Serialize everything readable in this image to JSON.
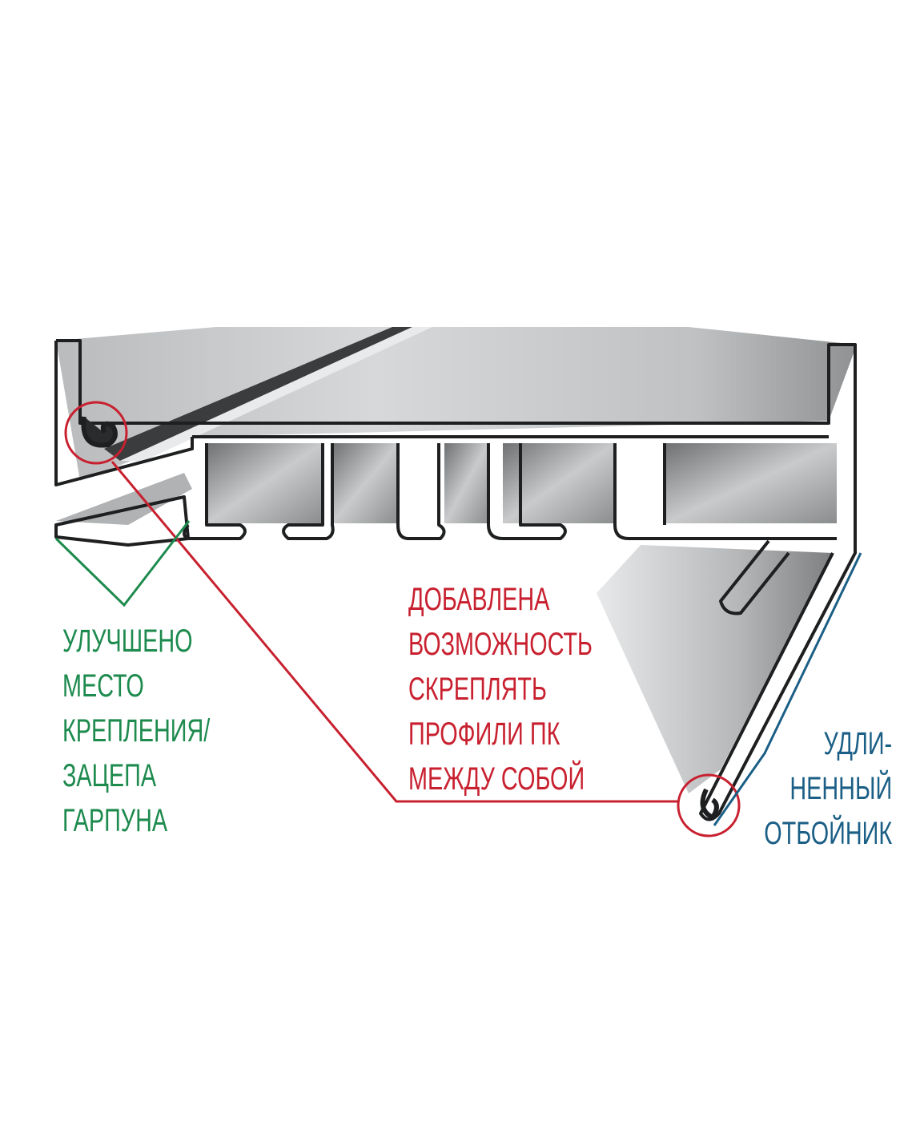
{
  "annotations": {
    "green": {
      "lines": [
        "УЛУЧШЕНО",
        "МЕСТО",
        "КРЕПЛЕНИЯ/",
        "ЗАЦЕПА",
        "ГАРПУНА"
      ],
      "color": "#1d8a4e"
    },
    "red": {
      "lines": [
        "ДОБАВЛЕНА",
        "ВОЗМОЖНОСТЬ",
        "СКРЕПЛЯТЬ",
        "ПРОФИЛИ ПК",
        "МЕЖДУ СОБОЙ"
      ],
      "color": "#c8202f"
    },
    "blue": {
      "lines": [
        "УДЛИ-",
        "НЕННЫЙ",
        "ОТБОЙНИК"
      ],
      "color": "#1b5f86"
    }
  }
}
